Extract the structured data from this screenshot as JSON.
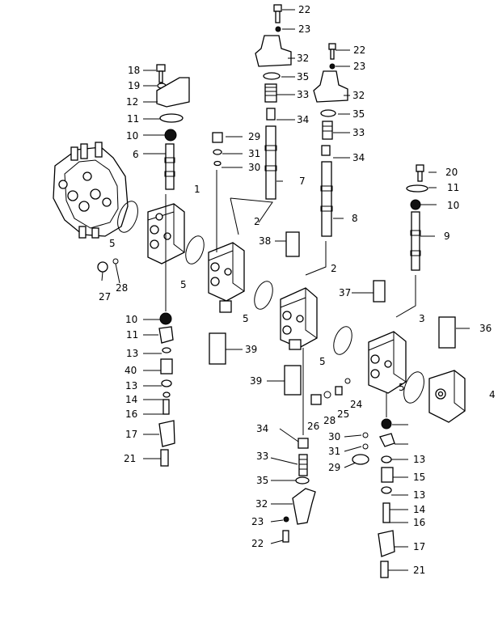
{
  "diagram": {
    "labels": [
      "1",
      "2",
      "2",
      "3",
      "4",
      "5",
      "5",
      "5",
      "5",
      "5",
      "6",
      "7",
      "8",
      "9",
      "10",
      "10",
      "10",
      "11",
      "11",
      "11",
      "12",
      "13",
      "13",
      "13",
      "13",
      "14",
      "14",
      "15",
      "16",
      "16",
      "17",
      "17",
      "18",
      "19",
      "20",
      "21",
      "21",
      "22",
      "22",
      "22",
      "23",
      "23",
      "23",
      "24",
      "25",
      "26",
      "27",
      "28",
      "28",
      "29",
      "29",
      "30",
      "30",
      "31",
      "31",
      "32",
      "32",
      "32",
      "33",
      "33",
      "33",
      "34",
      "34",
      "34",
      "35",
      "35",
      "35",
      "36",
      "37",
      "38",
      "39",
      "39",
      "40"
    ]
  }
}
